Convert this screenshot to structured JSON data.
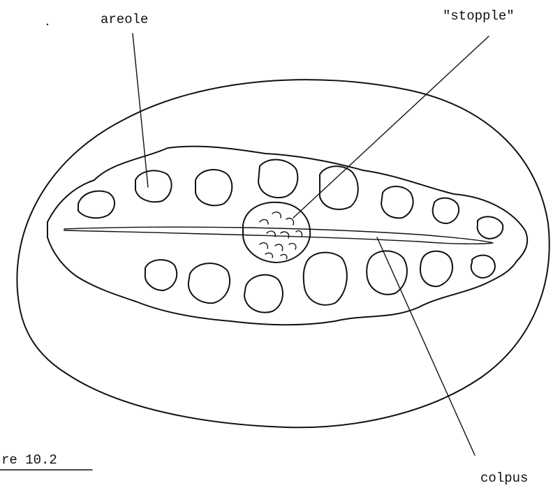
{
  "labels": {
    "areole": "areole",
    "stopple": "\"stopple\"",
    "colpus": "colpus",
    "figure_caption": "re 10.2"
  }
}
